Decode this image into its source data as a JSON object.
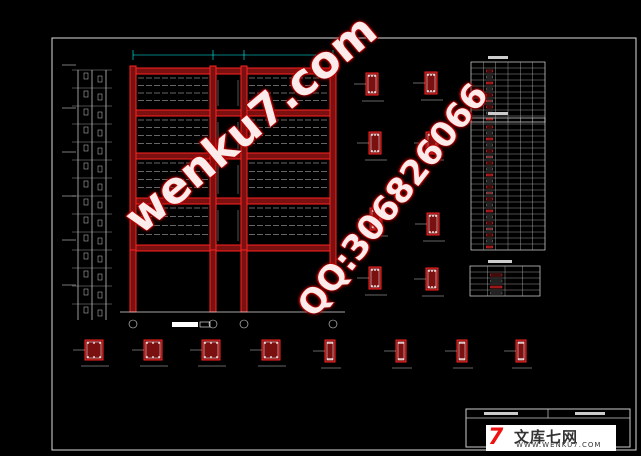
{
  "watermarks": {
    "site": "wenku7.com",
    "qq": "QQ:306826066"
  },
  "brand": {
    "logo": "7",
    "name": "文库七网",
    "url": "WWW.WENKU7.COM"
  },
  "colors": {
    "background": "#000000",
    "frame_member": "#ff2222",
    "frame_fill": "#7a1010",
    "rebar": "#ffffff",
    "dimension": "#00ffff",
    "text": "#ffffff",
    "highlight": "#ff3030"
  }
}
